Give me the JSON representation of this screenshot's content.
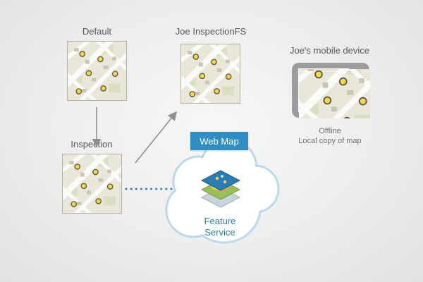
{
  "diagram": {
    "default_label": "Default",
    "joe_fs_label": "Joe InspectionFS",
    "inspection_label": "Inspection",
    "device_label": "Joe's mobile device",
    "device_status_1": "Offline",
    "device_status_2": "Local copy of map",
    "webmap_banner": "Web Map",
    "feature_service_line1": "Feature",
    "feature_service_line2": "Service"
  },
  "icons": {
    "map_thumbnail": "map-thumbnail-icon",
    "tablet": "tablet-device-icon",
    "cloud": "cloud-icon",
    "feature_service_layers": "feature-service-layers-icon",
    "arrow_down": "arrow-down-icon",
    "arrow_diagonal": "arrow-up-right-icon",
    "dotted_connector": "dotted-line-connector"
  },
  "colors": {
    "banner_blue": "#2f8fc5",
    "feature_text_blue": "#2e7fb0",
    "arrow_gray": "#8f8f8f",
    "dotted_blue": "#3a7fb5",
    "map_background": "#e9e6da",
    "map_road": "#fafaf8",
    "marker_yellow": "#f7d84a",
    "device_gray": "#9c9c9c",
    "cloud_stroke": "#bcd9ec",
    "label_gray": "#575757"
  }
}
